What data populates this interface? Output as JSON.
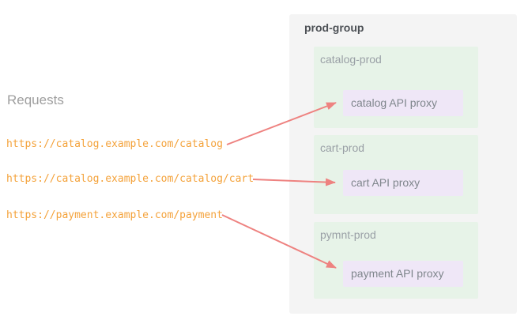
{
  "colors": {
    "page_bg": "#ffffff",
    "url_orange": "#f4a23a",
    "arrow_red": "#ee8280",
    "group_bg": "#f4f4f4",
    "env_bg": "#e7f3e8",
    "proxy_bg": "#efe7f7",
    "requests_gray": "#9e9e9e",
    "env_label_gray": "#9aa0a6",
    "proxy_label_gray": "#7f868c",
    "group_title_dark": "#4d5156"
  },
  "requests": {
    "title": "Requests",
    "urls": [
      "https://catalog.example.com/catalog",
      "https://catalog.example.com/catalog/cart",
      "https://payment.example.com/payment"
    ]
  },
  "group": {
    "title": "prod-group",
    "environments": [
      {
        "name": "catalog-prod",
        "proxy": "catalog API proxy"
      },
      {
        "name": "cart-prod",
        "proxy": "cart API proxy"
      },
      {
        "name": "pymnt-prod",
        "proxy": "payment API proxy"
      }
    ]
  },
  "mappings": [
    {
      "from_url": "https://catalog.example.com/catalog",
      "to_environment": "catalog-prod",
      "to_proxy": "catalog API proxy"
    },
    {
      "from_url": "https://catalog.example.com/catalog/cart",
      "to_environment": "cart-prod",
      "to_proxy": "cart API proxy"
    },
    {
      "from_url": "https://payment.example.com/payment",
      "to_environment": "pymnt-prod",
      "to_proxy": "payment API proxy"
    }
  ]
}
